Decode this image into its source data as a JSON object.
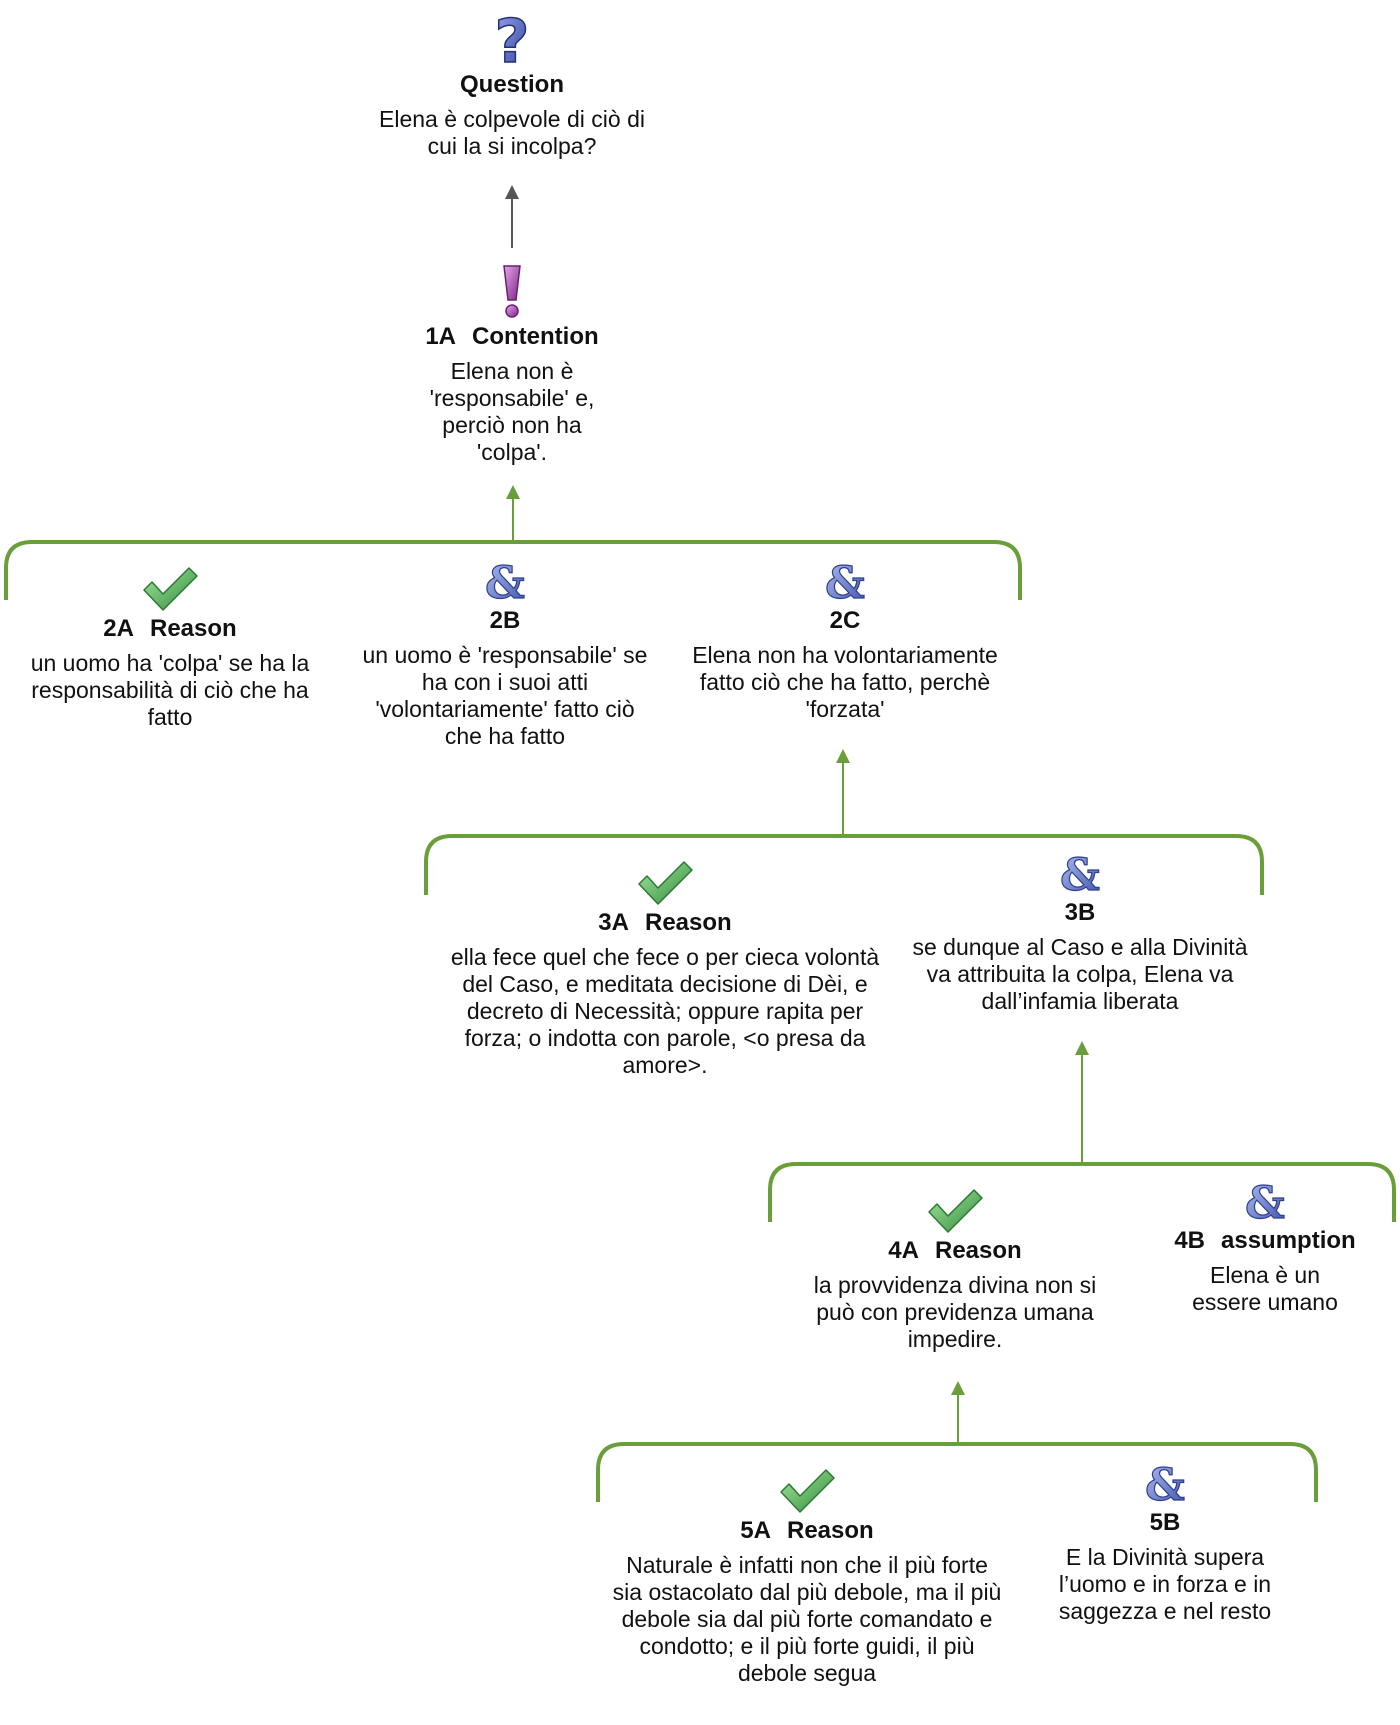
{
  "nodes": {
    "question": {
      "title": "Question",
      "text": "Elena è colpevole di ciò di cui la si incolpa?"
    },
    "n1A": {
      "id": "1A",
      "label": "Contention",
      "text": "Elena non è 'responsabile' e, perciò non ha 'colpa'."
    },
    "n2A": {
      "id": "2A",
      "label": "Reason",
      "text": "un uomo ha 'colpa' se ha la responsabilità di ciò che ha fatto"
    },
    "n2B": {
      "id": "2B",
      "text": "un uomo è 'responsabile' se ha con i suoi atti 'volontariamente' fatto ciò che ha fatto"
    },
    "n2C": {
      "id": "2C",
      "text": "Elena non ha volontariamente fatto ciò che ha fatto, perchè 'forzata'"
    },
    "n3A": {
      "id": "3A",
      "label": "Reason",
      "text": "ella fece quel che fece o per cieca volontà del Caso, e meditata decisione di Dèi, e decreto di Necessità; oppure rapita per forza; o indotta con parole, <o presa da amore>."
    },
    "n3B": {
      "id": "3B",
      "text": "se dunque al Caso e alla Divinità va attribuita la colpa, Elena va dall’infamia liberata"
    },
    "n4A": {
      "id": "4A",
      "label": "Reason",
      "text": "la provvidenza divina non si può con previdenza umana impedire."
    },
    "n4B": {
      "id": "4B",
      "label": "assumption",
      "text": "Elena è un essere umano"
    },
    "n5A": {
      "id": "5A",
      "label": "Reason",
      "text": "Naturale è infatti non che il più forte sia ostacolato dal più debole, ma il più debole sia dal più forte comandato e condotto; e il più forte guidi, il più debole segua"
    },
    "n5B": {
      "id": "5B",
      "text": "E la Divinità supera l’uomo e in forza e in saggezza e nel resto"
    }
  },
  "colors": {
    "connector_green": "#6a9e3a",
    "arrow_gray": "#555555",
    "question_blue": "#3b4fa8",
    "contention_purple": "#9a3fa0",
    "check_green": "#4caf50",
    "ampersand_blue": "#5a6fc0"
  },
  "icons": {
    "question": "question-mark-icon",
    "contention": "exclamation-icon",
    "reason": "checkmark-icon",
    "coprem": "ampersand-icon"
  }
}
